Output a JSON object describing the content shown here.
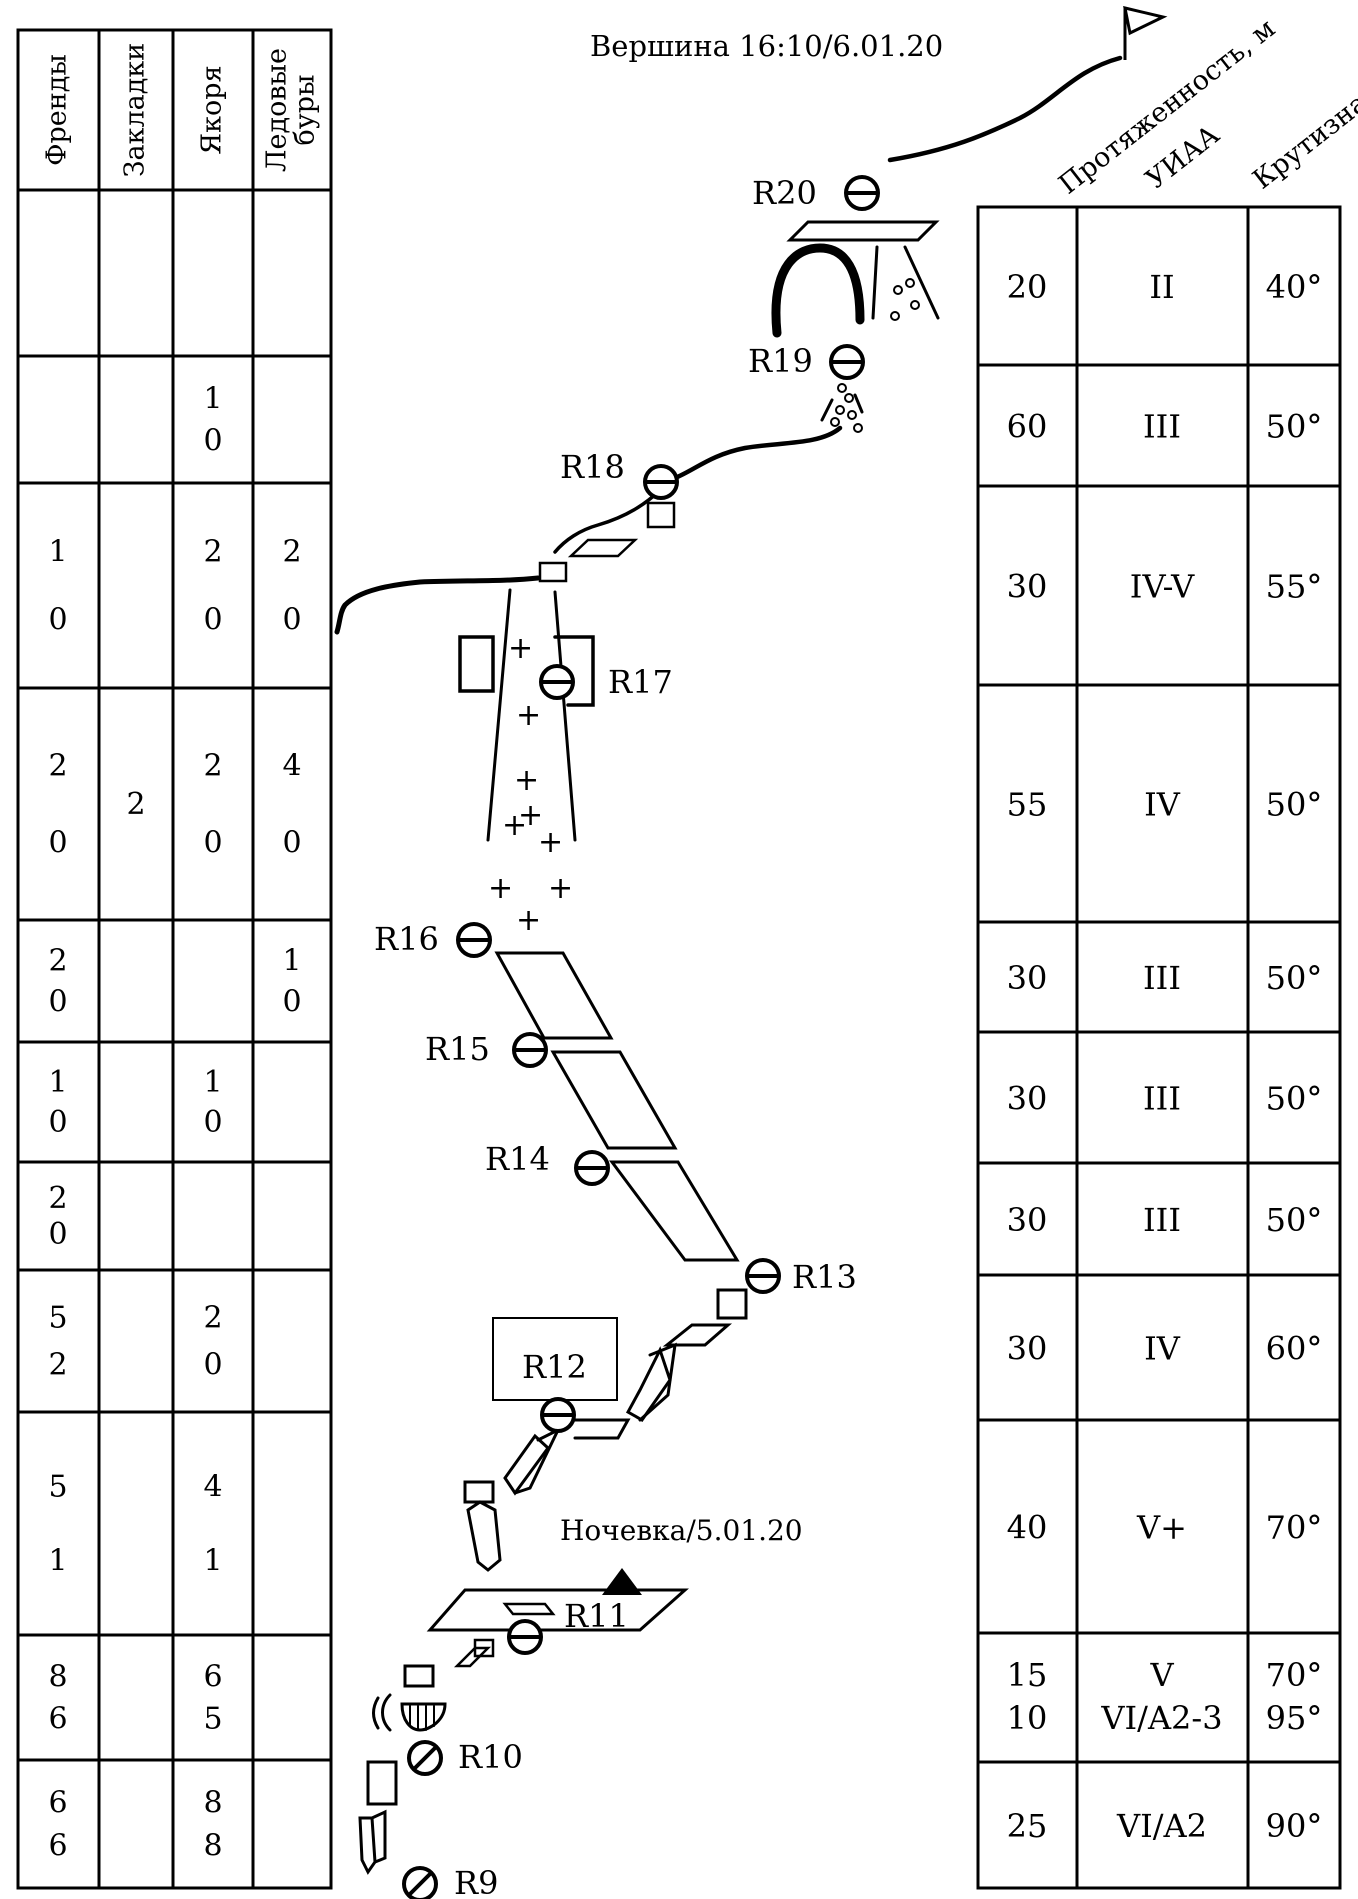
{
  "summit": {
    "label": "Вершина 16:10/6.01.20"
  },
  "bivouac": {
    "label": "Ночевка/5.01.20"
  },
  "left_table": {
    "headers": [
      "Френды",
      "Закладки",
      "Якоря",
      "Ледовые буры"
    ],
    "rows": [
      [
        "",
        "",
        "",
        ""
      ],
      [
        "",
        "",
        "10",
        ""
      ],
      [
        "10",
        "",
        "20",
        "20"
      ],
      [
        "20",
        "2",
        "20",
        "40"
      ],
      [
        "20",
        "",
        "",
        "10"
      ],
      [
        "10",
        "",
        "10",
        ""
      ],
      [
        "20",
        "",
        "",
        ""
      ],
      [
        "52",
        "",
        "20",
        ""
      ],
      [
        "51",
        "",
        "41",
        ""
      ],
      [
        "86",
        "",
        "65",
        ""
      ],
      [
        "66",
        "",
        "88",
        ""
      ]
    ]
  },
  "right_table": {
    "headers": [
      "Протяженность, м",
      "УИАА",
      "Крутизна"
    ],
    "rows": [
      {
        "length": [
          "20"
        ],
        "uiaa": [
          "II"
        ],
        "slope": [
          "40°"
        ]
      },
      {
        "length": [
          "60"
        ],
        "uiaa": [
          "III"
        ],
        "slope": [
          "50°"
        ]
      },
      {
        "length": [
          "30"
        ],
        "uiaa": [
          "IV-V"
        ],
        "slope": [
          "55°"
        ]
      },
      {
        "length": [
          "55"
        ],
        "uiaa": [
          "IV"
        ],
        "slope": [
          "50°"
        ]
      },
      {
        "length": [
          "30"
        ],
        "uiaa": [
          "III"
        ],
        "slope": [
          "50°"
        ]
      },
      {
        "length": [
          "30"
        ],
        "uiaa": [
          "III"
        ],
        "slope": [
          "50°"
        ]
      },
      {
        "length": [
          "30"
        ],
        "uiaa": [
          "III"
        ],
        "slope": [
          "50°"
        ]
      },
      {
        "length": [
          "30"
        ],
        "uiaa": [
          "IV"
        ],
        "slope": [
          "60°"
        ]
      },
      {
        "length": [
          "40"
        ],
        "uiaa": [
          "V+"
        ],
        "slope": [
          "70°"
        ]
      },
      {
        "length": [
          "15",
          "10"
        ],
        "uiaa": [
          "V",
          "VI/A2-3"
        ],
        "slope": [
          "70°",
          "95°"
        ]
      },
      {
        "length": [
          "25"
        ],
        "uiaa": [
          "VI/A2"
        ],
        "slope": [
          "90°"
        ]
      }
    ]
  },
  "anchors": [
    "R20",
    "R19",
    "R18",
    "R17",
    "R16",
    "R15",
    "R14",
    "R13",
    "R12",
    "R11",
    "R10",
    "R9"
  ]
}
